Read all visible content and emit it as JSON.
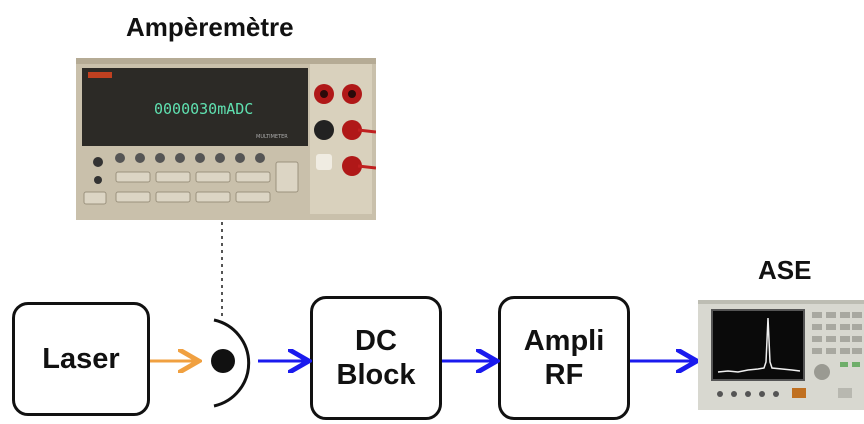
{
  "ammeter": {
    "title": "Ampèremètre",
    "display": "0000030mADC"
  },
  "ase": {
    "title": "ASE"
  },
  "blocks": {
    "laser": "Laser",
    "dc_block": [
      "DC",
      "Block"
    ],
    "ampli_rf": [
      "Ampli",
      "RF"
    ]
  },
  "colors": {
    "optical_link": "#f0a040",
    "electrical_link": "#1a1aee",
    "control_link": "#555555",
    "box_border": "#111111"
  }
}
